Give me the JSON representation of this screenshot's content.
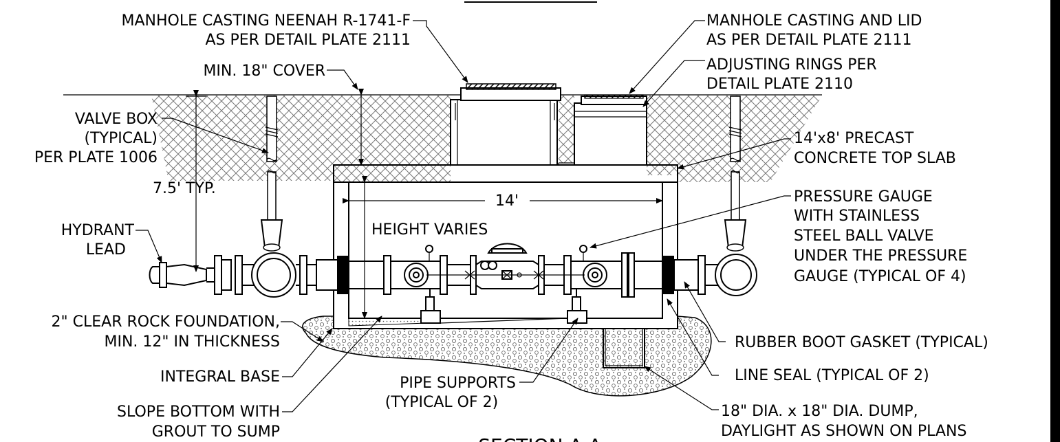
{
  "title": "SECTION A-A",
  "labels": {
    "manhole_casting_neenah_1": "MANHOLE CASTING NEENAH R-1741-F",
    "manhole_casting_neenah_2": "AS PER DETAIL PLATE 2111",
    "manhole_casting_lid_1": "MANHOLE CASTING AND LID",
    "manhole_casting_lid_2": "AS PER DETAIL PLATE 2111",
    "min_cover": "MIN. 18\" COVER",
    "adjusting_rings_1": "ADJUSTING RINGS PER",
    "adjusting_rings_2": "DETAIL PLATE 2110",
    "valve_box_1": "VALVE BOX",
    "valve_box_2": "(TYPICAL)",
    "valve_box_3": "PER PLATE 1006",
    "top_slab_1": "14'x8' PRECAST",
    "top_slab_2": "CONCRETE TOP SLAB",
    "typ_depth": "7.5' TYP.",
    "width_dim": "14'",
    "pressure_gauge_1": "PRESSURE GAUGE",
    "pressure_gauge_2": "WITH STAINLESS",
    "pressure_gauge_3": "STEEL BALL VALVE",
    "pressure_gauge_4": "UNDER THE PRESSURE",
    "pressure_gauge_5": "GAUGE (TYPICAL OF 4)",
    "hydrant_lead_1": "HYDRANT",
    "hydrant_lead_2": "LEAD",
    "height_varies": "HEIGHT VARIES",
    "clear_rock_1": "2\" CLEAR ROCK FOUNDATION,",
    "clear_rock_2": "MIN. 12\" IN THICKNESS",
    "rubber_boot": "RUBBER BOOT GASKET (TYPICAL)",
    "integral_base": "INTEGRAL BASE",
    "pipe_supports_1": "PIPE SUPPORTS",
    "pipe_supports_2": "(TYPICAL OF 2)",
    "line_seal": "LINE SEAL (TYPICAL OF 2)",
    "slope_bottom_1": "SLOPE BOTTOM WITH",
    "slope_bottom_2": "GROUT TO SUMP",
    "dump_1": "18\" DIA. x 18\" DIA. DUMP,",
    "dump_2": "DAYLIGHT AS SHOWN ON PLANS"
  }
}
